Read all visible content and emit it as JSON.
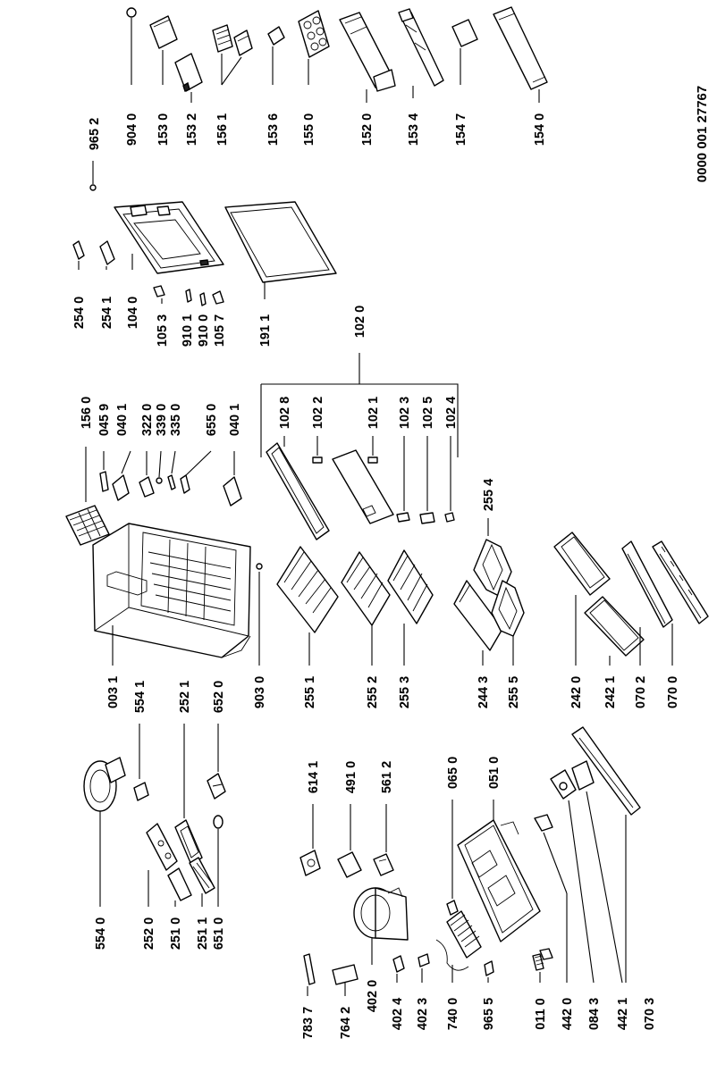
{
  "document_number": "0000 001 27767",
  "labels": {
    "l5540": "554 0",
    "l5541": "554 1",
    "l2520": "252 0",
    "l2521": "252 1",
    "l2510": "251 0",
    "l2511": "251 1",
    "l6510": "651 0",
    "l6520": "652 0",
    "l0031": "003 1",
    "l9030": "903 0",
    "l2551": "255 1",
    "l2552": "255 2",
    "l2553": "255 3",
    "l2443": "244 3",
    "l2555": "255 5",
    "l2554": "255 4",
    "l1560": "156 0",
    "l0459": "045 9",
    "l0401a": "040 1",
    "l3220": "322 0",
    "l3390": "339 0",
    "l3350": "335 0",
    "l6550": "655 0",
    "l0401b": "040 1",
    "l1020": "102 0",
    "l1028": "102 8",
    "l1022": "102 2",
    "l1021": "102 1",
    "l1023": "102 3",
    "l1025": "102 5",
    "l1024": "102 4",
    "l2540": "254 0",
    "l2541": "254 1",
    "l1040": "104 0",
    "l1053": "105 3",
    "l9101": "910 1",
    "l9100": "910 0",
    "l1057": "105 7",
    "l1911": "191 1",
    "l9652": "965 2",
    "l9040": "904 0",
    "l1530": "153 0",
    "l1532": "153 2",
    "l1561": "156 1",
    "l1536": "153 6",
    "l1550": "155 0",
    "l1520": "152 0",
    "l1534": "153 4",
    "l1547": "154 7",
    "l1540": "154 0",
    "l2420": "242 0",
    "l2421": "242 1",
    "l0702": "070 2",
    "l0700": "070 0",
    "l6141": "614 1",
    "l4910": "491 0",
    "l5612": "561 2",
    "l0650": "065 0",
    "l0510": "051 0",
    "l7837": "783 7",
    "l7642": "764 2",
    "l4020": "402 0",
    "l4024": "402 4",
    "l4023": "402 3",
    "l7400": "740 0",
    "l9655": "965 5",
    "l0110": "011 0",
    "l4420": "442 0",
    "l0843": "084 3",
    "l4421": "442 1",
    "l0703": "070 3"
  }
}
